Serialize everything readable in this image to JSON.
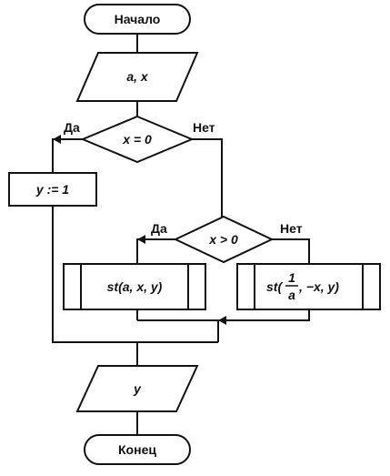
{
  "flowchart": {
    "start": "Начало",
    "input": "a, x",
    "cond1": {
      "expr": "x = 0",
      "yes": "Да",
      "no": "Нет"
    },
    "assign": "y := 1",
    "cond2": {
      "expr": "x > 0",
      "yes": "Да",
      "no": "Нет"
    },
    "call1": "st(a, x, y)",
    "call2": {
      "prefix": "st(",
      "num": "1",
      "den": "a",
      "suffix": ", −x, y)"
    },
    "output": "y",
    "end": "Конец"
  }
}
